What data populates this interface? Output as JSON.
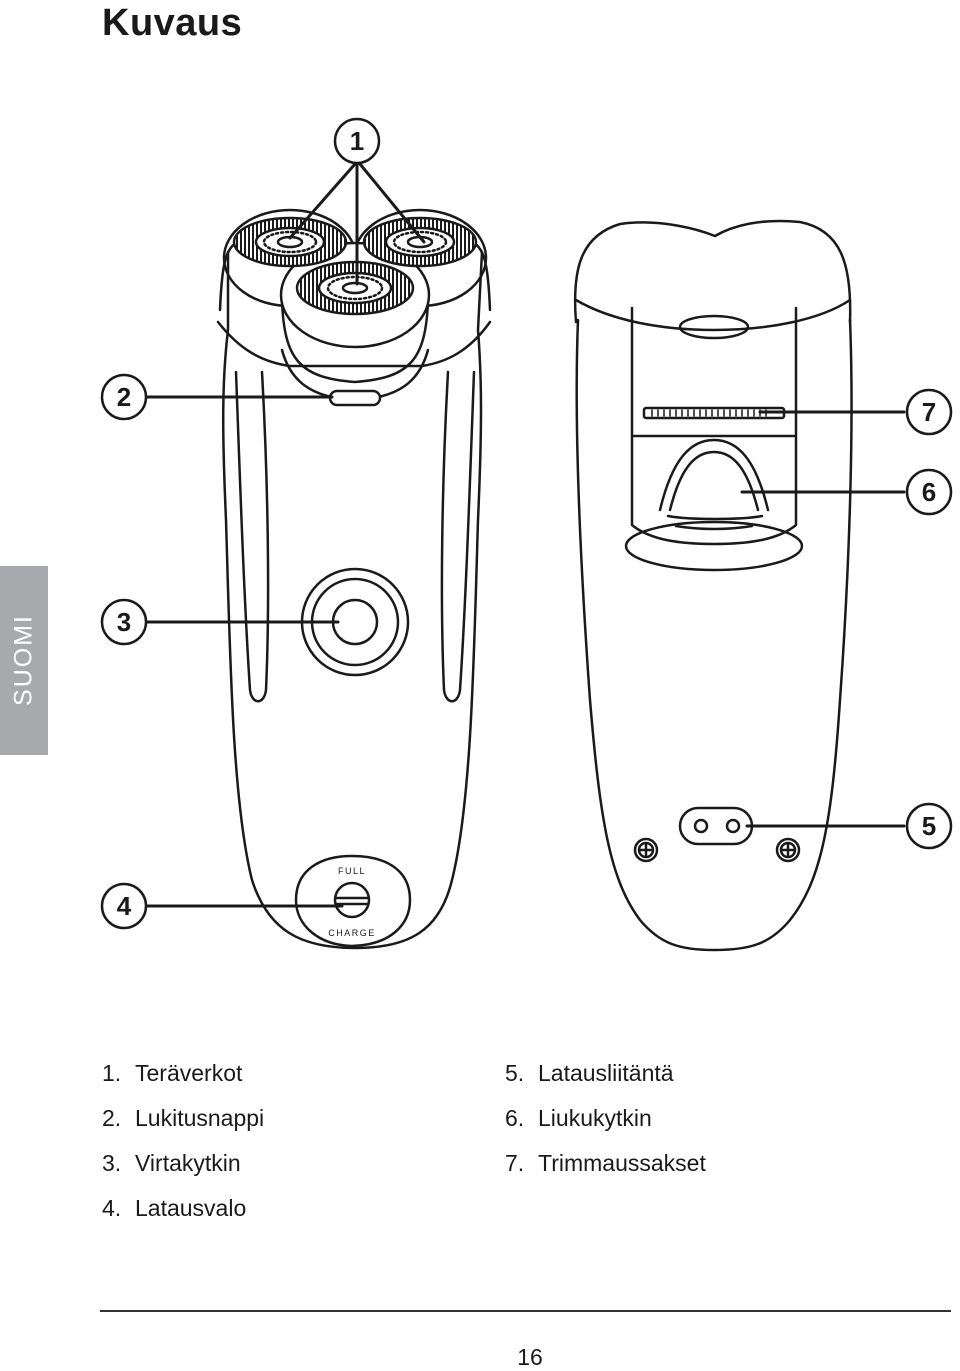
{
  "header": {
    "title": "Kuvaus"
  },
  "side_tab": {
    "label": "SUOMI"
  },
  "callouts": [
    "1",
    "2",
    "3",
    "4",
    "5",
    "6",
    "7"
  ],
  "device_labels": {
    "indicator_full": "FULL",
    "indicator_charge": "CHARGE"
  },
  "legend": {
    "left": [
      {
        "num": "1.",
        "text": "Teräverkot"
      },
      {
        "num": "2.",
        "text": "Lukitusnappi"
      },
      {
        "num": "3.",
        "text": "Virtakytkin"
      },
      {
        "num": "4.",
        "text": "Latausvalo"
      }
    ],
    "right": [
      {
        "num": "5.",
        "text": "Latausliitäntä"
      },
      {
        "num": "6.",
        "text": "Liukukytkin"
      },
      {
        "num": "7.",
        "text": "Trimmaussakset"
      }
    ]
  },
  "footer": {
    "page_number": "16"
  }
}
